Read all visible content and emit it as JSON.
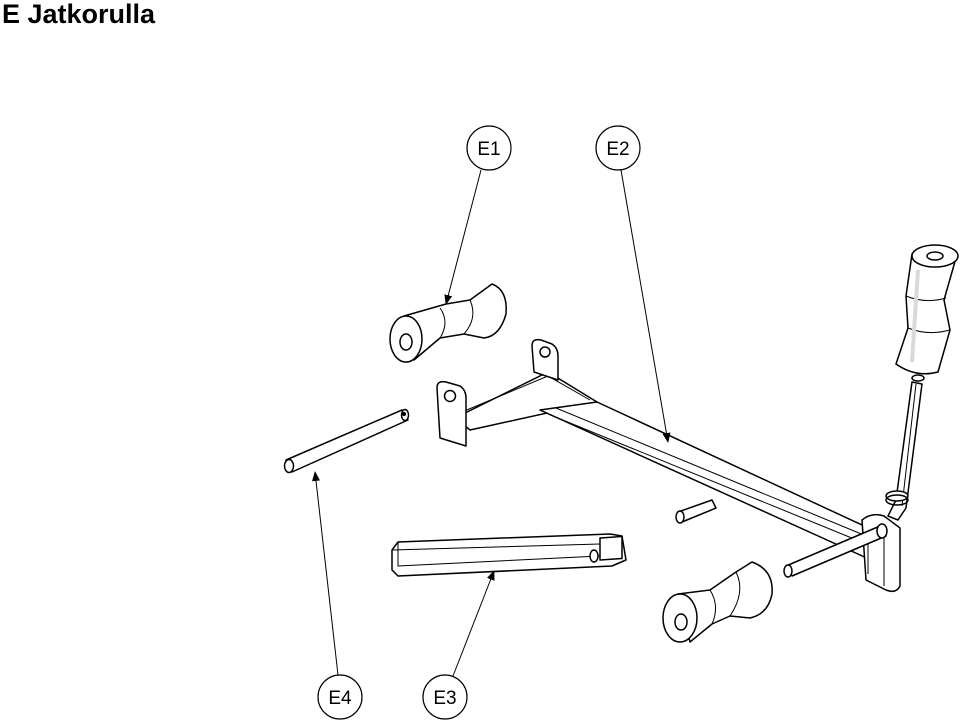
{
  "title": "E Jatkorulla",
  "callouts": {
    "e1": "E1",
    "e2": "E2",
    "e3": "E3",
    "e4": "E4"
  },
  "colors": {
    "line": "#000000",
    "background": "#ffffff",
    "part_fill": "#ffffff",
    "shade": "#d9d9d9"
  }
}
